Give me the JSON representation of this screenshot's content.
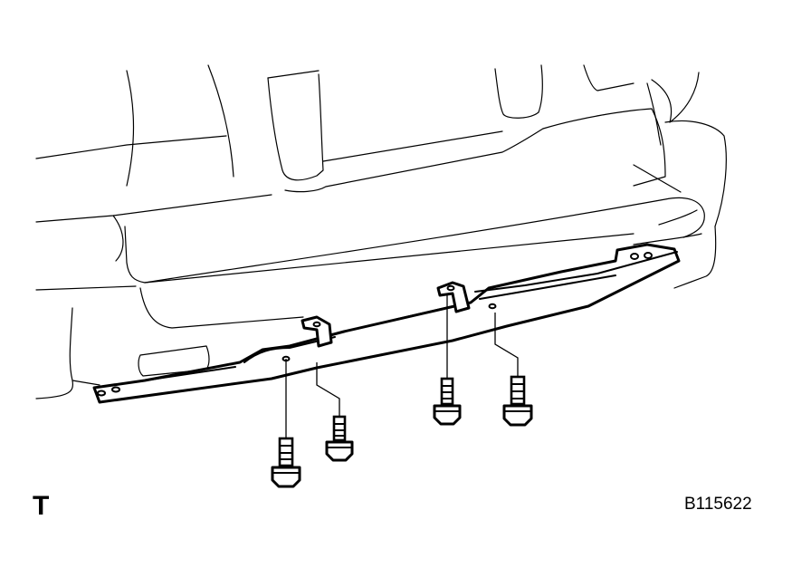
{
  "labels": {
    "corner_mark": "T",
    "figure_code": "B115622"
  },
  "colors": {
    "line": "#000000",
    "background": "#ffffff"
  },
  "parts": [
    "vehicle-rear-body",
    "rear-bumper",
    "reinforcement-bracket",
    "bolt",
    "bolt",
    "bolt",
    "bolt"
  ]
}
